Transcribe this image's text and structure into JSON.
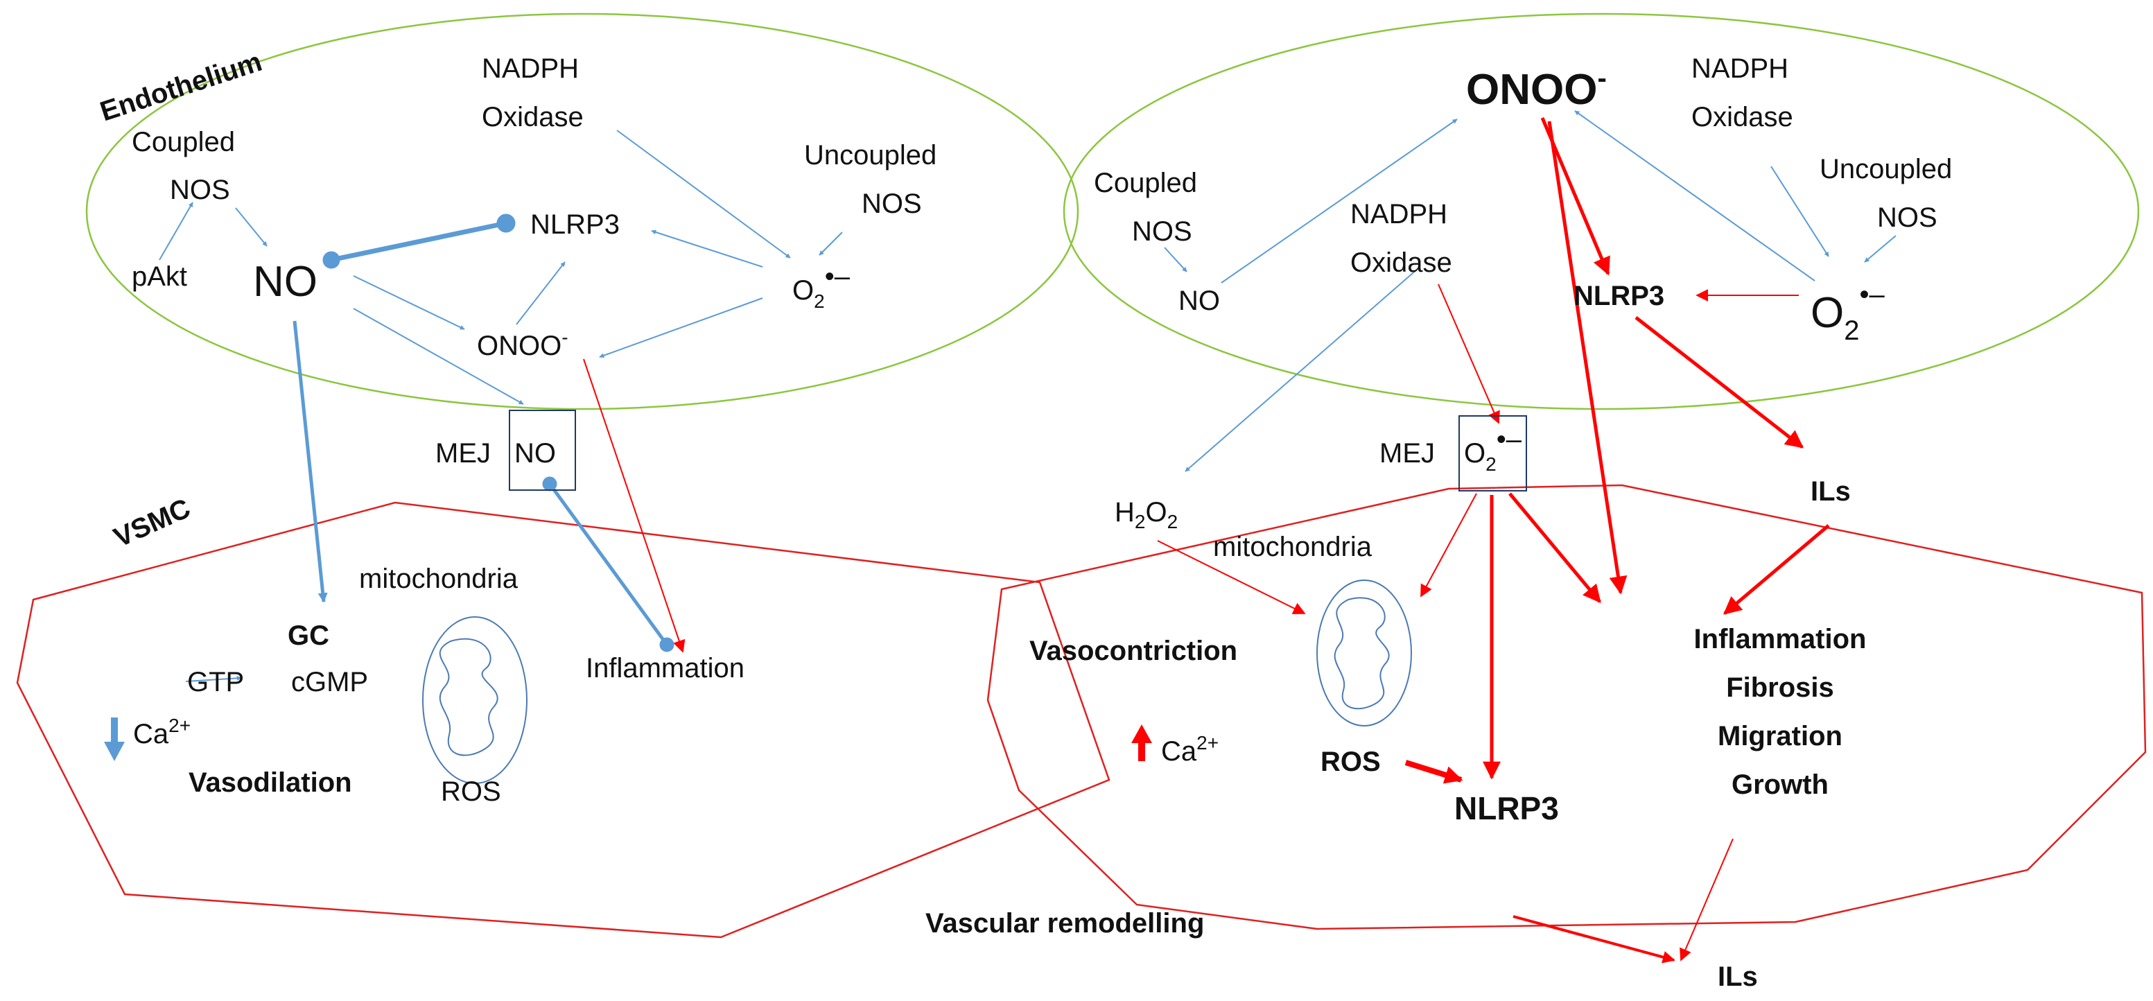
{
  "colors": {
    "ellipse_stroke": "#8cc63f",
    "cell_stroke": "#e02020",
    "blue_arrow": "#5b9bd5",
    "red_arrow": "#ff0000",
    "box_stroke": "#1f3864",
    "mito_stroke": "#4a7ab5",
    "text": "#111111"
  },
  "labels": {
    "endothelium": "Endothelium",
    "vsmc": "VSMC",
    "vascular_remodelling": "Vascular remodelling"
  },
  "left_panel": {
    "nadph": "NADPH",
    "oxidase": "Oxidase",
    "coupled": "Coupled",
    "nos": "NOS",
    "uncoupled": "Uncoupled",
    "nos2": "NOS",
    "pakt": "pAkt",
    "no": "NO",
    "nlrp3": "NLRP3",
    "superoxide": "O",
    "superoxide_sub": "2",
    "superoxide_sup": "•–",
    "onoo": "ONOO",
    "onoo_sup": "-",
    "mej": "MEJ",
    "mej_no": "NO",
    "gc": "GC",
    "gtp": "GTP",
    "cgmp": "cGMP",
    "ca": "Ca",
    "ca_sup": "2+",
    "vasodilation": "Vasodilation",
    "mitochondria": "mitochondria",
    "ros": "ROS",
    "inflammation": "Inflammation"
  },
  "right_panel": {
    "onoo": "ONOO",
    "onoo_sup": "-",
    "nadph_top": "NADPH",
    "oxidase_top": "Oxidase",
    "uncoupled": "Uncoupled",
    "nos_unc": "NOS",
    "coupled": "Coupled",
    "nos_c": "NOS",
    "no": "NO",
    "nadph_mid": "NADPH",
    "oxidase_mid": "Oxidase",
    "nlrp3_top": "NLRP3",
    "superoxide": "O",
    "superoxide_sub": "2",
    "superoxide_sup": "•–",
    "mej": "MEJ",
    "mej_o": "O",
    "mej_o_sub": "2",
    "mej_o_sup": "•–",
    "ils_top": "ILs",
    "h2o2_h": "H",
    "h2o2_sub1": "2",
    "h2o2_o": "O",
    "h2o2_sub2": "2",
    "mitochondria": "mitochondria",
    "vasoconstriction": "Vasocontriction",
    "outcomes": [
      "Inflammation",
      "Fibrosis",
      "Migration",
      "Growth"
    ],
    "ca": "Ca",
    "ca_sup": "2+",
    "ros": "ROS",
    "nlrp3_bottom": "NLRP3",
    "ils_bottom": "ILs"
  }
}
